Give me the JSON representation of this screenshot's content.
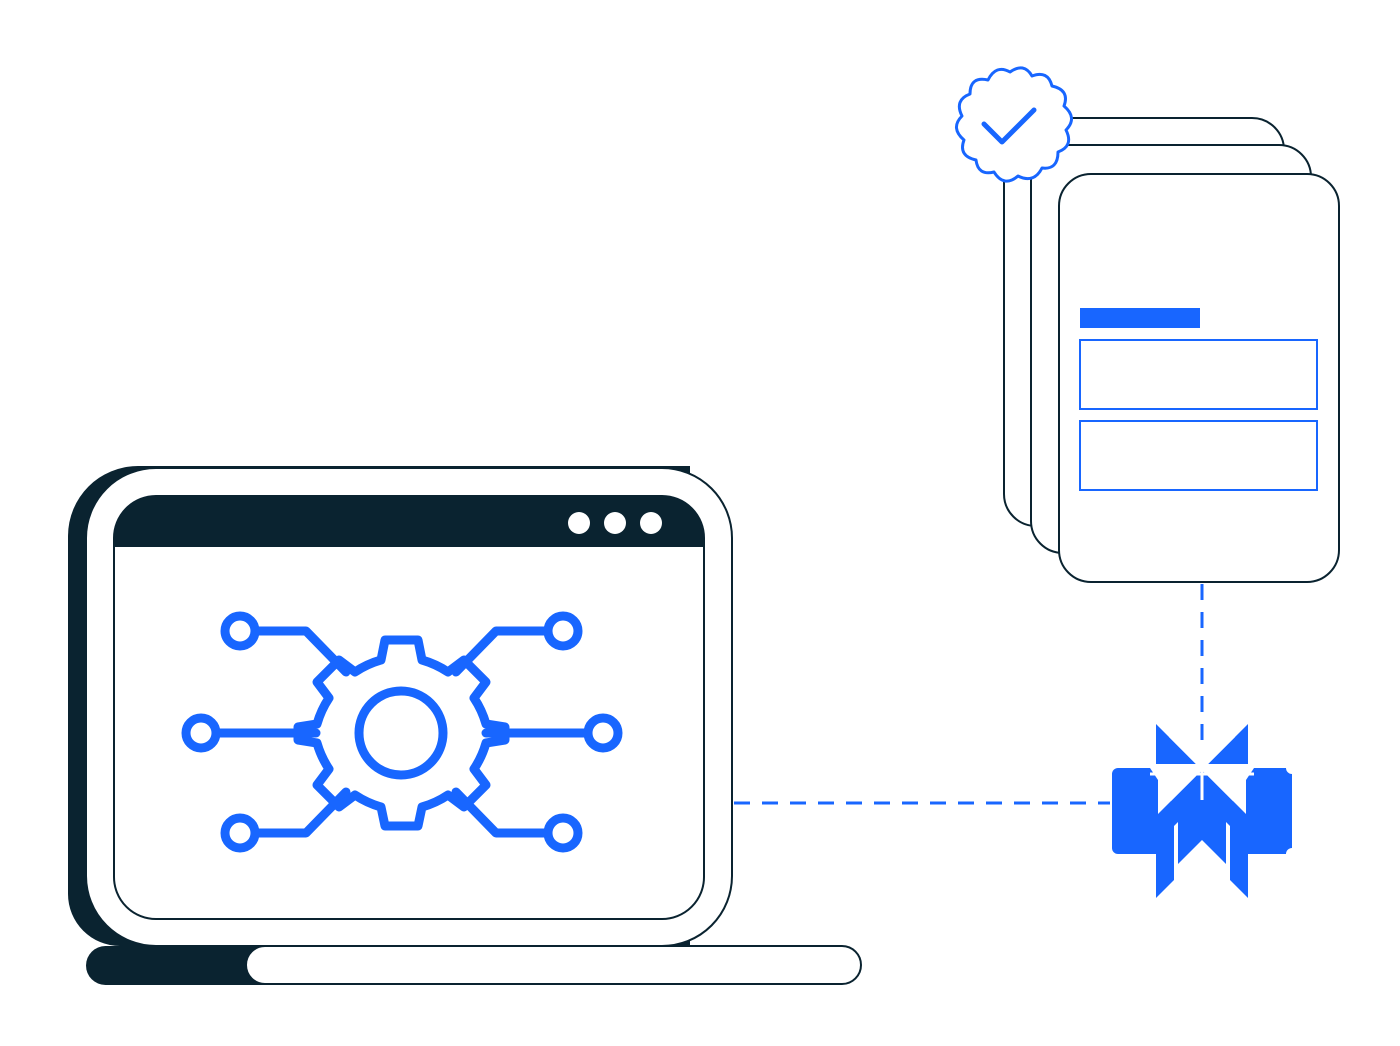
{
  "illustration": {
    "subject": "laptop-with-settings-connected-to-verified-documents",
    "icons": [
      "laptop-icon",
      "gear-circuit-icon",
      "window-dots-icon",
      "document-stack-icon",
      "verified-badge-icon",
      "checkmark-icon",
      "connector-logo-icon"
    ]
  },
  "colors": {
    "accent": "#1866ff",
    "dark": "#0a2330",
    "background": "#ffffff"
  },
  "window": {
    "control_dots": 3
  },
  "document": {
    "stack_count": 3,
    "form_fields": 2
  }
}
